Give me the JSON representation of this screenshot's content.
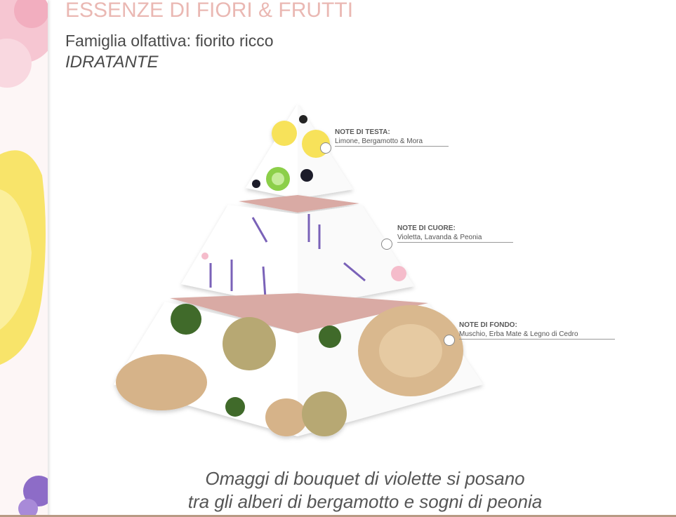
{
  "header": {
    "title": "ESSENZE DI FIORI & FRUTTI",
    "family": "Famiglia olfattiva: fiorito ricco",
    "benefit": "IDRATANTE"
  },
  "notes": [
    {
      "heading": "NOTE DI TESTA:",
      "items": "Limone, Bergamotto & Mora"
    },
    {
      "heading": "NOTE DI CUORE:",
      "items": "Violetta, Lavanda & Peonia"
    },
    {
      "heading": "NOTE DI FONDO:",
      "items": "Muschio, Erba Mate & Legno di Cedro"
    }
  ],
  "tagline": {
    "line1": "Omaggi di bouquet di violette si posano",
    "line2": "tra gli alberi di bergamotto e sogni di peonia"
  },
  "colors": {
    "accent": "#eab8b3",
    "band": "#d9aaa4",
    "text": "#4a4a4a"
  }
}
